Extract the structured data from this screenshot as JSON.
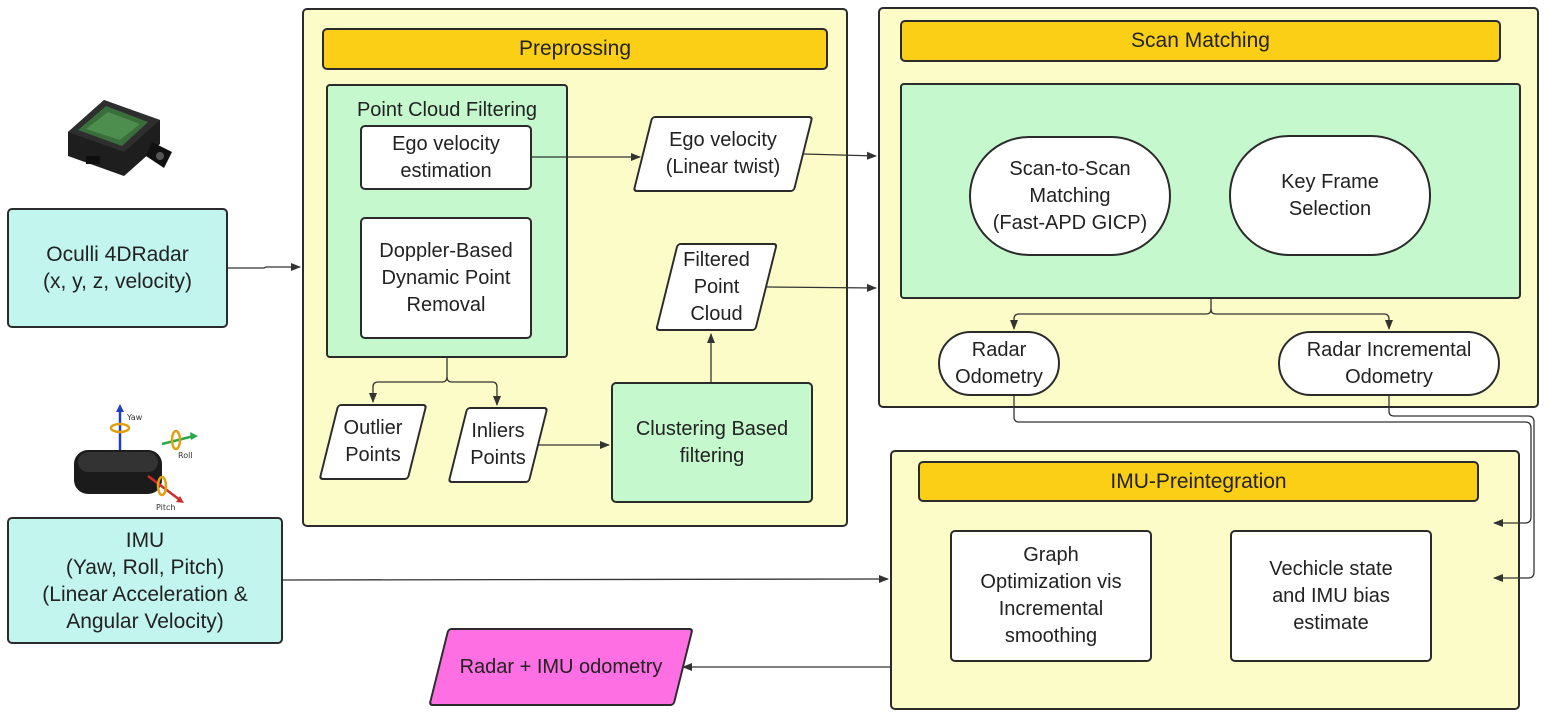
{
  "inputs": {
    "radar": "Oculli 4DRadar\n(x, y, z, velocity)",
    "imu": "IMU\n(Yaw, Roll, Pitch)\n(Linear  Acceleration &\nAngular Velocity)"
  },
  "imu_axes": {
    "yaw": "Yaw",
    "roll": "Roll",
    "pitch": "Pitch"
  },
  "preprocessing": {
    "title": "Preprossing",
    "filtering_title": "Point Cloud Filtering",
    "ego_estimation": "Ego velocity\nestimation",
    "doppler_removal": "Doppler-Based\nDynamic Point\nRemoval",
    "ego_output": "Ego velocity\n(Linear twist)",
    "filtered_cloud": "Filtered\nPoint\nCloud",
    "outlier": "Outlier\nPoints",
    "inliers": "Inliers\nPoints",
    "clustering": "Clustering Based\nfiltering"
  },
  "scan_matching": {
    "title": "Scan Matching",
    "scan_to_scan": "Scan-to-Scan\nMatching\n(Fast-APD GICP)",
    "key_frame": "Key Frame\nSelection",
    "radar_odometry": "Radar\nOdometry",
    "radar_incremental": "Radar Incremental\nOdometry"
  },
  "imu_preintegration": {
    "title": "IMU-Preintegration",
    "graph_opt": "Graph\nOptimization vis\nIncremental\nsmoothing",
    "vehicle_state": "Vechicle state\nand IMU bias\nestimate"
  },
  "output": {
    "label": "Radar + IMU odometry",
    "color": "#fd6fe3"
  },
  "colors": {
    "panel": "#fcfcc9",
    "header": "#fccf17",
    "green": "#c5f8cd",
    "cyan": "#c3f5ef"
  }
}
